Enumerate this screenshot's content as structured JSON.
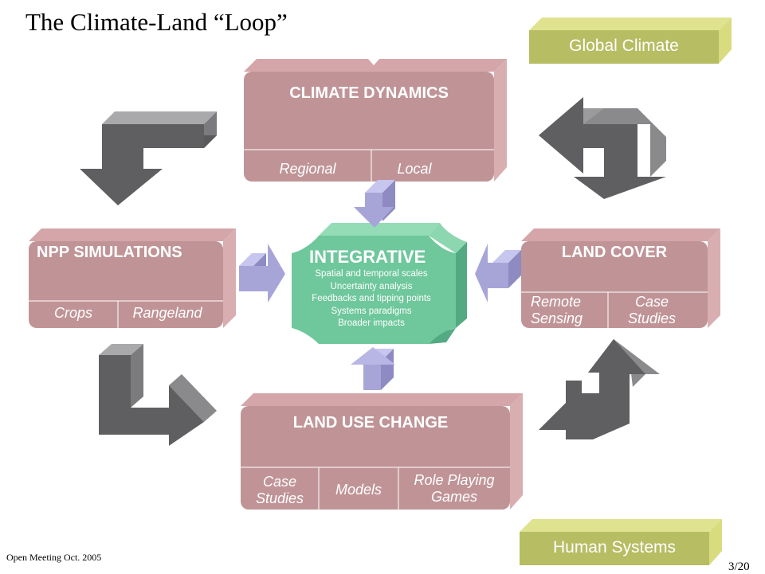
{
  "title": "The Climate-Land “Loop”",
  "footer": "Open Meeting Oct. 2005",
  "page": "3/20",
  "tags": {
    "top": "Global Climate",
    "bottom": "Human Systems"
  },
  "climate": {
    "title": "CLIMATE DYNAMICS",
    "cells": [
      "Regional",
      "Local"
    ]
  },
  "npp": {
    "title": "NPP SIMULATIONS",
    "cells": [
      "Crops",
      "Rangeland"
    ]
  },
  "landcover": {
    "title": "LAND COVER",
    "cells": [
      [
        "Remote",
        "Sensing"
      ],
      [
        "Case",
        "Studies"
      ]
    ]
  },
  "landuse": {
    "title": "LAND USE CHANGE",
    "cells": [
      [
        "Case",
        "Studies"
      ],
      [
        "Models"
      ],
      [
        "Role Playing",
        "Games"
      ]
    ]
  },
  "integrative": {
    "title": "INTEGRATIVE",
    "items": [
      "Spatial and temporal scales",
      "Uncertainty analysis",
      "Feedbacks and tipping points",
      "Systems paradigms",
      "Broader impacts"
    ]
  },
  "colors": {
    "box": "#c09497",
    "box_side": "#d9aeb1",
    "center": "#6fc79c",
    "tag": "#b7bd63",
    "arrow_dark": "#5f5f61",
    "arrow_light": "#a7a5d8"
  }
}
